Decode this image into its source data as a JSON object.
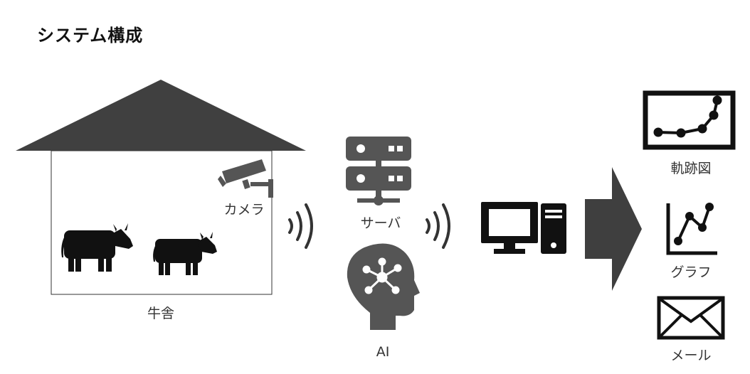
{
  "title": "システム構成",
  "labels": {
    "barn": "牛舎",
    "camera": "カメラ",
    "server": "サーバ",
    "ai": "AI",
    "trajectory": "軌跡図",
    "graph": "グラフ",
    "mail": "メール"
  },
  "icons": [
    "house-icon",
    "camera-icon",
    "cow-icon",
    "wireless-signal-icon",
    "server-icon",
    "ai-head-icon",
    "computer-icon",
    "arrow-right-icon",
    "trajectory-chart-icon",
    "line-graph-icon",
    "mail-icon"
  ],
  "colors": {
    "roof": "#404040",
    "icon_dark": "#111111",
    "icon_gray": "#555555",
    "arrow": "#3f3f3f",
    "text": "#333333"
  }
}
